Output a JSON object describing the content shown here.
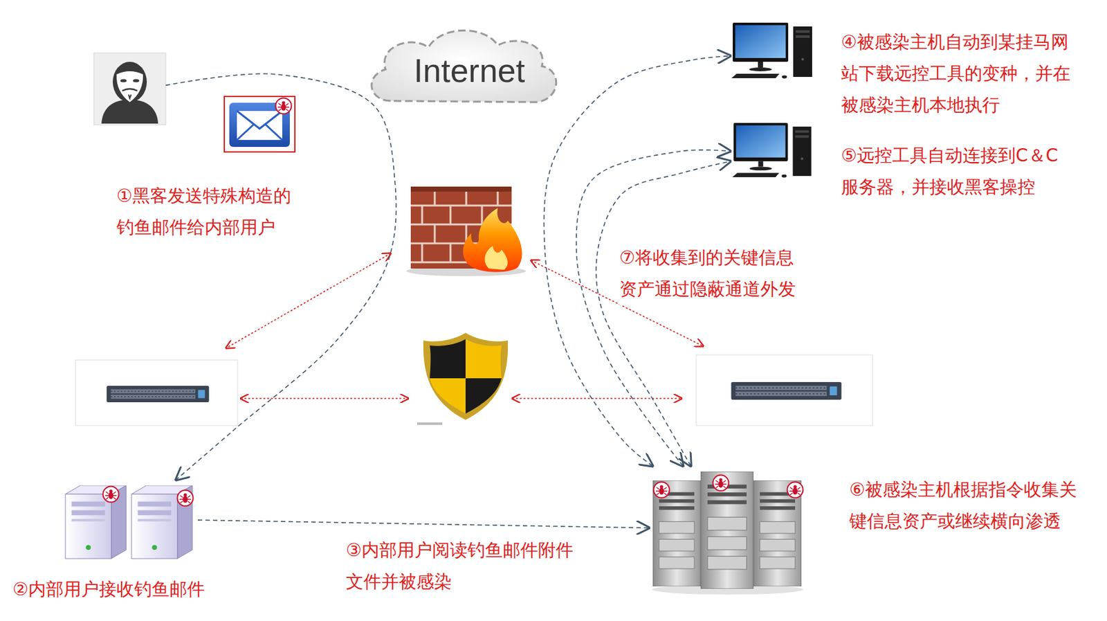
{
  "diagram": {
    "nodes": [
      {
        "text": [
          "①黑客发送特殊构造的 钓鱼邮件给内部用户"
        ]
      },
      {
        "text": [
          "Internet"
        ]
      },
      {
        "text": [
          "④被感染主机自动到某挂马网 站下载远控工具的变种，并在 被感染主机本地执行"
        ]
      },
      {
        "text": [
          "⑤远控工具自动连接到C＆C 服务器，并接收黑客操控"
        ]
      },
      {
        "text": [
          "②内部用户接收钓鱼邮件"
        ]
      },
      {
        "text": [
          "⑥被感染主机根据指令收集关 键信息资产或继续横向渗透"
        ]
      }
    ],
    "edges": [
      {
        "from": 0,
        "to": 4,
        "arrow": "to"
      },
      {
        "from": 4,
        "to": 5,
        "arrow": "to",
        "label": "③内部用户阅读钓鱼邮件附件 文件并被感染"
      },
      {
        "from": 5,
        "to": 2,
        "arrow": "both"
      },
      {
        "from": 5,
        "to": 3,
        "arrow": "both"
      },
      {
        "from": 5,
        "to": 3,
        "arrow": "both",
        "label": "⑦将收集到的关键信息 资产通过隐蔽通道外发"
      }
    ]
  }
}
